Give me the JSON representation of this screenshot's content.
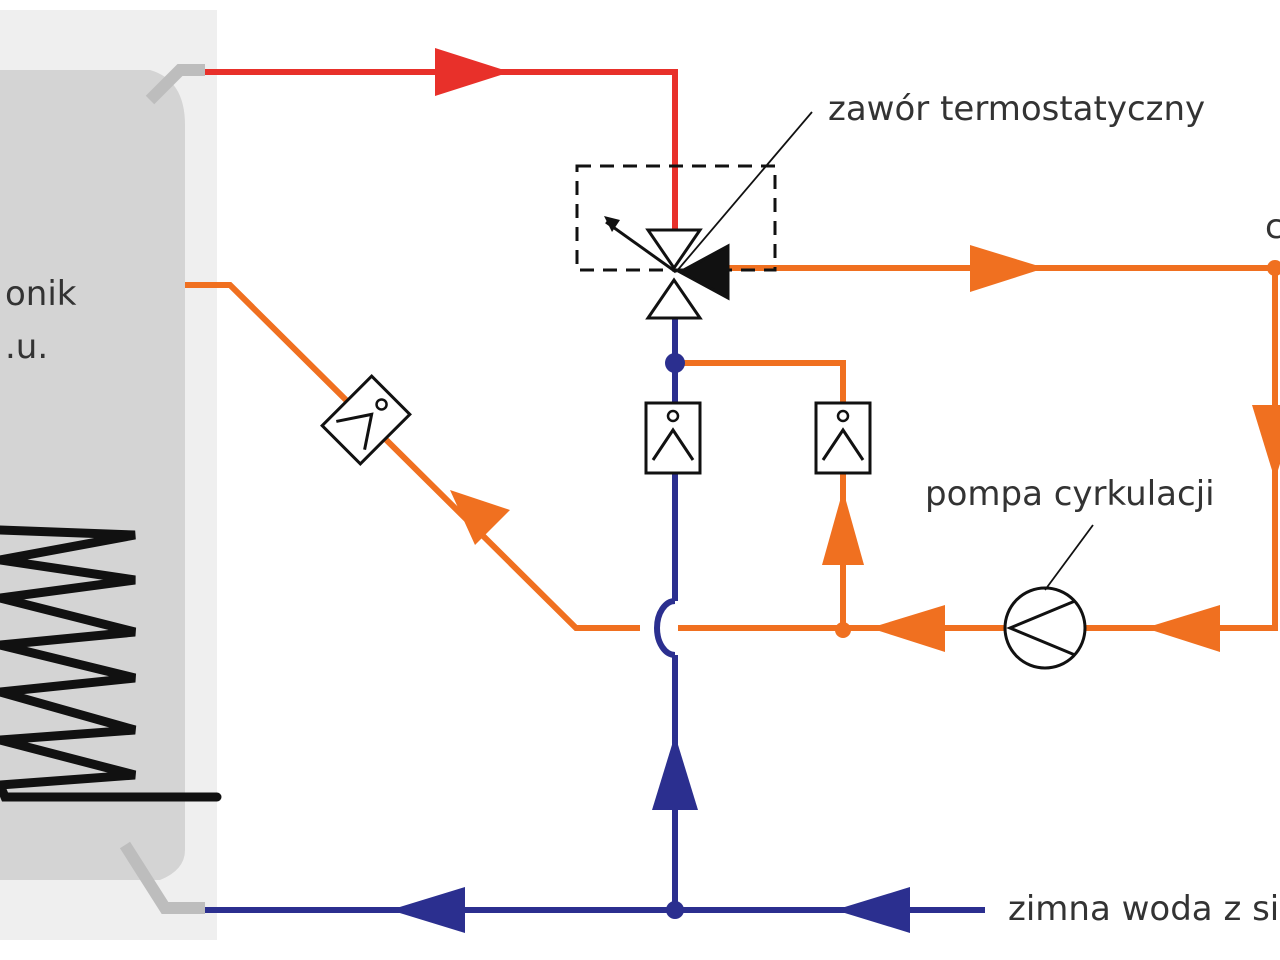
{
  "labels": {
    "tank_line1": "onik",
    "tank_line2": ".u.",
    "valve": "zawór termostatyczny",
    "pump": "pompa cyrkulacji",
    "cold_water": "zimna woda z si",
    "edge_letter": "c"
  },
  "colors": {
    "hot": "#e8302a",
    "circulation": "#f07020",
    "cold": "#2b2f8f",
    "tank": "#d4d4d4",
    "tank_bg": "#efefef",
    "symbol": "#111111"
  },
  "icons": {
    "valve": "three-way-valve-icon",
    "pump": "pump-icon",
    "check_valve": "check-valve-icon",
    "coil": "heating-coil-icon"
  }
}
